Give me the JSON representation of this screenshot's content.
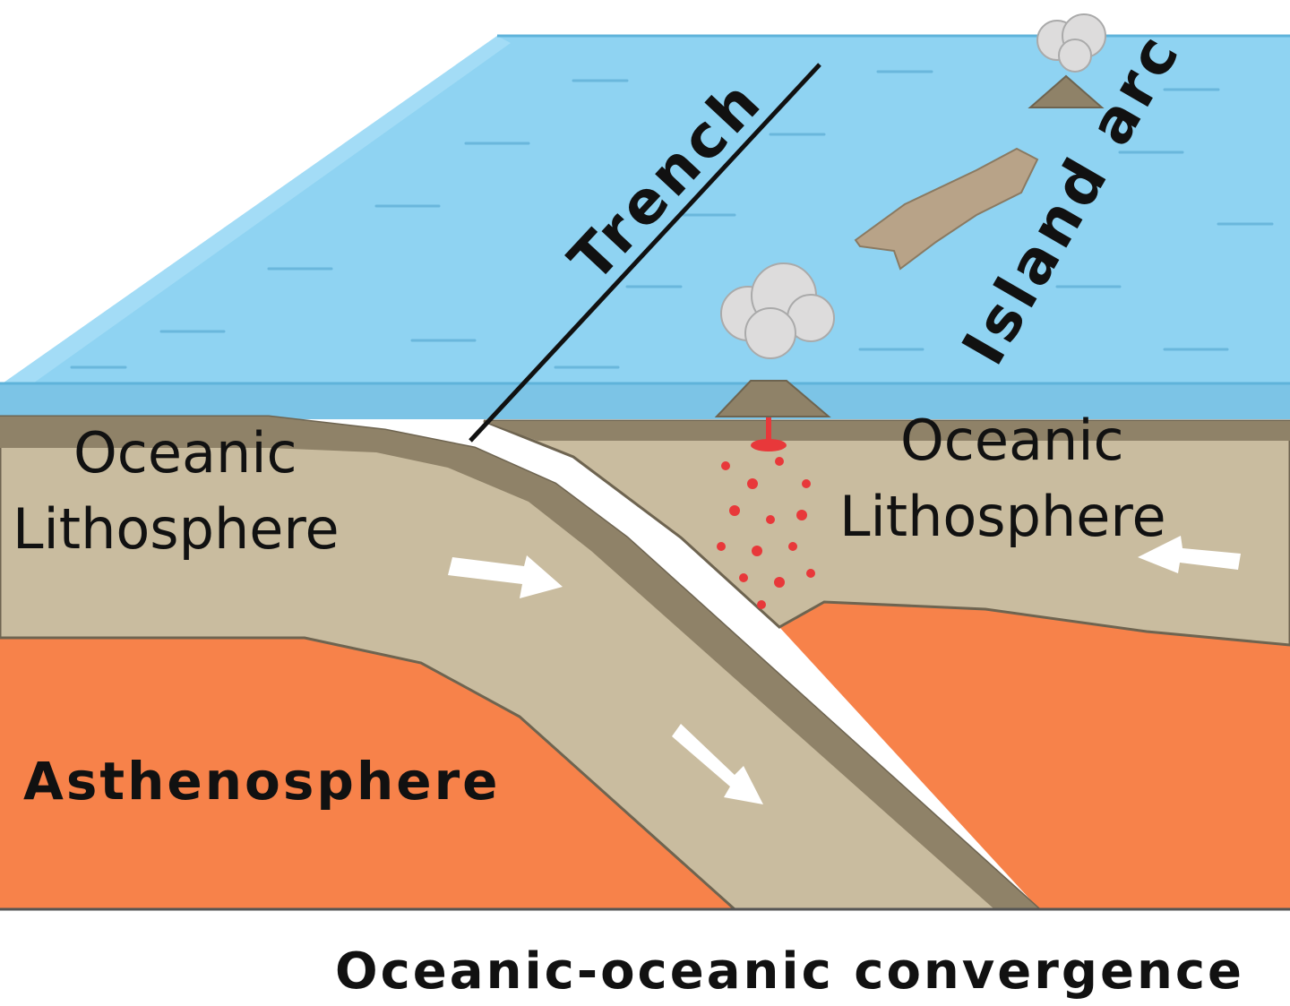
{
  "labels": {
    "trench": "Trench",
    "island_arc": "Island arc",
    "oceanic_left_1": "Oceanic",
    "oceanic_left_2": "Lithosphere",
    "oceanic_right_1": "Oceanic",
    "oceanic_right_2": "Lithosphere",
    "asthenosphere": "Asthenosphere"
  },
  "caption": "Oceanic-oceanic convergence",
  "colors": {
    "ocean": "#8fd3f2",
    "ocean_edge": "#5fb3da",
    "lithosphere": "#c9bc9f",
    "crust": "#8f8268",
    "asthenosphere": "#f7824a",
    "magma": "#e8383a",
    "ash_cloud": "#dddcdc",
    "island": "#b8a388"
  }
}
